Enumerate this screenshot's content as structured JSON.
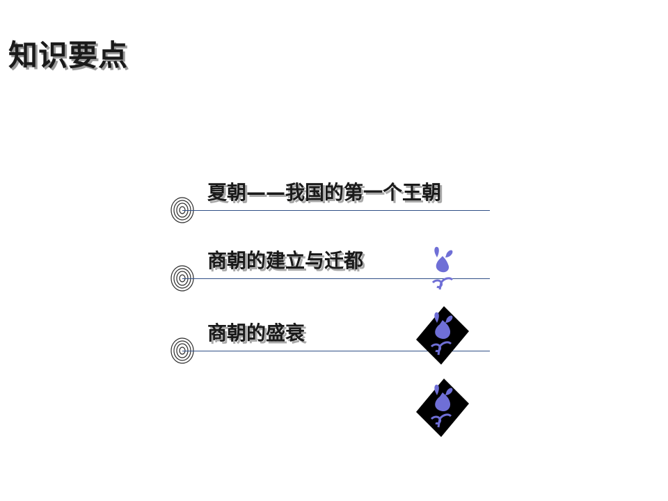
{
  "slide": {
    "title": "知识要点",
    "items": [
      {
        "label": "夏朝——我国的第一个王朝"
      },
      {
        "label": "商朝的建立与迁都"
      },
      {
        "label": "商朝的盛衰"
      }
    ],
    "colors": {
      "line": "#2f4f86",
      "ornament": "#6f6fd6",
      "ornament_bg": "#000000",
      "text": "#1a1a1a"
    },
    "icons": [
      "concentric-circles-icon",
      "flower-ornament-icon"
    ]
  }
}
